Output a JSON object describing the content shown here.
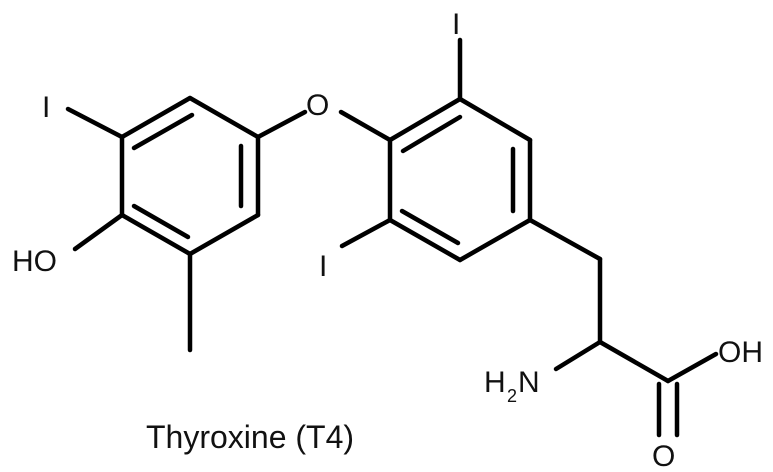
{
  "caption": "Thyroxine (T4)",
  "atoms": {
    "iodine_left": "I",
    "hydroxyl_left": "HO",
    "ether_oxygen": "O",
    "iodine_top": "I",
    "iodine_middle": "I",
    "amine_h": "H",
    "amine_sub": "2",
    "amine_n": "N",
    "acid_oh": "OH",
    "carbonyl_o": "O"
  },
  "colors": {
    "ink": "#000000",
    "background": "#ffffff"
  }
}
